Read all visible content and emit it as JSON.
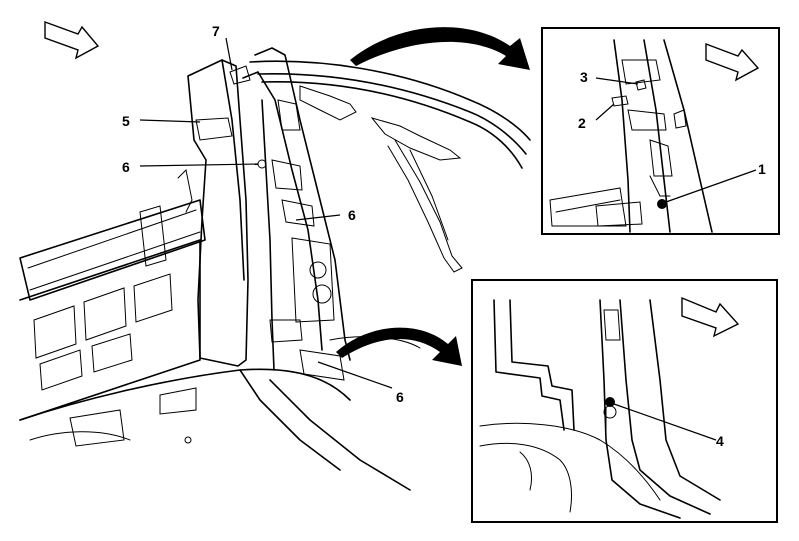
{
  "callouts": {
    "c1": "1",
    "c2": "2",
    "c3": "3",
    "c4": "4",
    "c5": "5",
    "c6a": "6",
    "c6b": "6",
    "c6c": "6",
    "c7": "7"
  },
  "icons": {
    "direction_arrow": "forward-direction-icon",
    "curved_arrow": "curved-arrow-icon"
  },
  "colors": {
    "line": "#000000",
    "background": "#ffffff"
  }
}
